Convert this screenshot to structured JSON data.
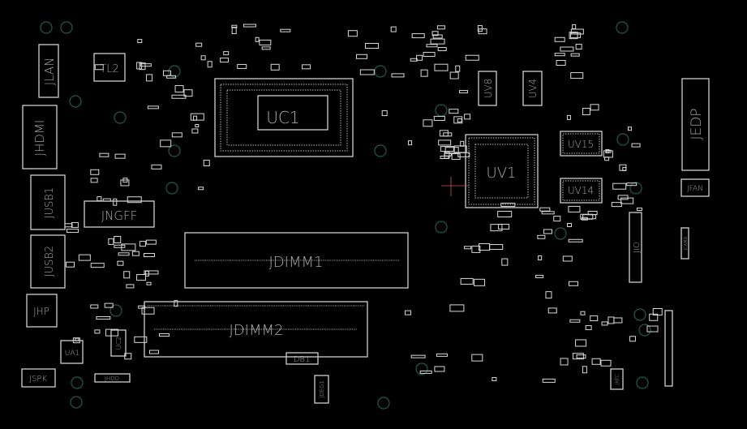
{
  "board": {
    "title": "Motherboard boardview",
    "background": "#000000",
    "outline_color": "#cfcfcf",
    "hole_color": "#1e5a50"
  },
  "components": {
    "jlan": "JLAN",
    "tl2": "TL2",
    "uc1": "UC1",
    "jhdmi": "JHDMI",
    "jusb1": "JUSB1",
    "jngff": "JNGFF",
    "jusb2": "JUSB2",
    "jhp": "JHP",
    "jspk": "JSPK",
    "ua1": "UA1",
    "uc2": "UC2",
    "jhdd": "JHDD",
    "jdimm1": "JDIMM1",
    "jdimm2": "JDIMM2",
    "db1": "DB1",
    "jdeg1": "JDEG1",
    "uv8": "UV8",
    "uv4": "UV4",
    "uv15": "UV15",
    "uv1": "UV1",
    "uv14": "UV14",
    "jedp": "JEDP",
    "jfan": "JFAN",
    "jio": "JIO",
    "jcamd": "JCAMD",
    "jrtc": "JRTC"
  }
}
